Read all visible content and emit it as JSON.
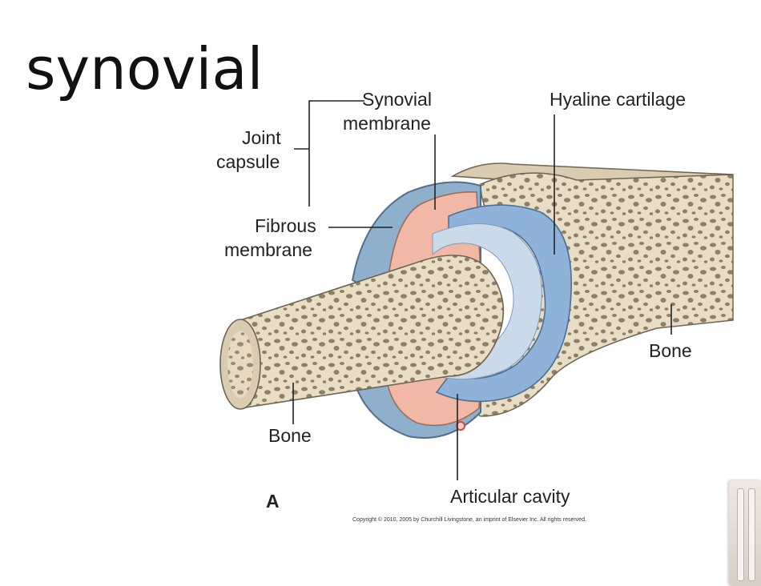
{
  "title": "synovial",
  "labels": {
    "synovial_membrane_line1": "Synovial",
    "synovial_membrane_line2": "membrane",
    "hyaline_cartilage": "Hyaline cartilage",
    "joint_capsule_line1": "Joint",
    "joint_capsule_line2": "capsule",
    "fibrous_membrane_line1": "Fibrous",
    "fibrous_membrane_line2": "membrane",
    "bone_right": "Bone",
    "bone_left": "Bone",
    "articular_cavity": "Articular cavity",
    "panel_letter": "A"
  },
  "copyright": "Copyright © 2010, 2005 by Churchill Livingstone, an imprint of Elsevier Inc. All rights reserved.",
  "colors": {
    "bone": "#e7dcc4",
    "bone_pores": "#8e7f66",
    "cartilage_blue": "#8fb3d8",
    "cavity_light": "#c9d9ea",
    "synovial_pink": "#f2b8a6",
    "fibrous_blue": "#7fa3c2"
  }
}
